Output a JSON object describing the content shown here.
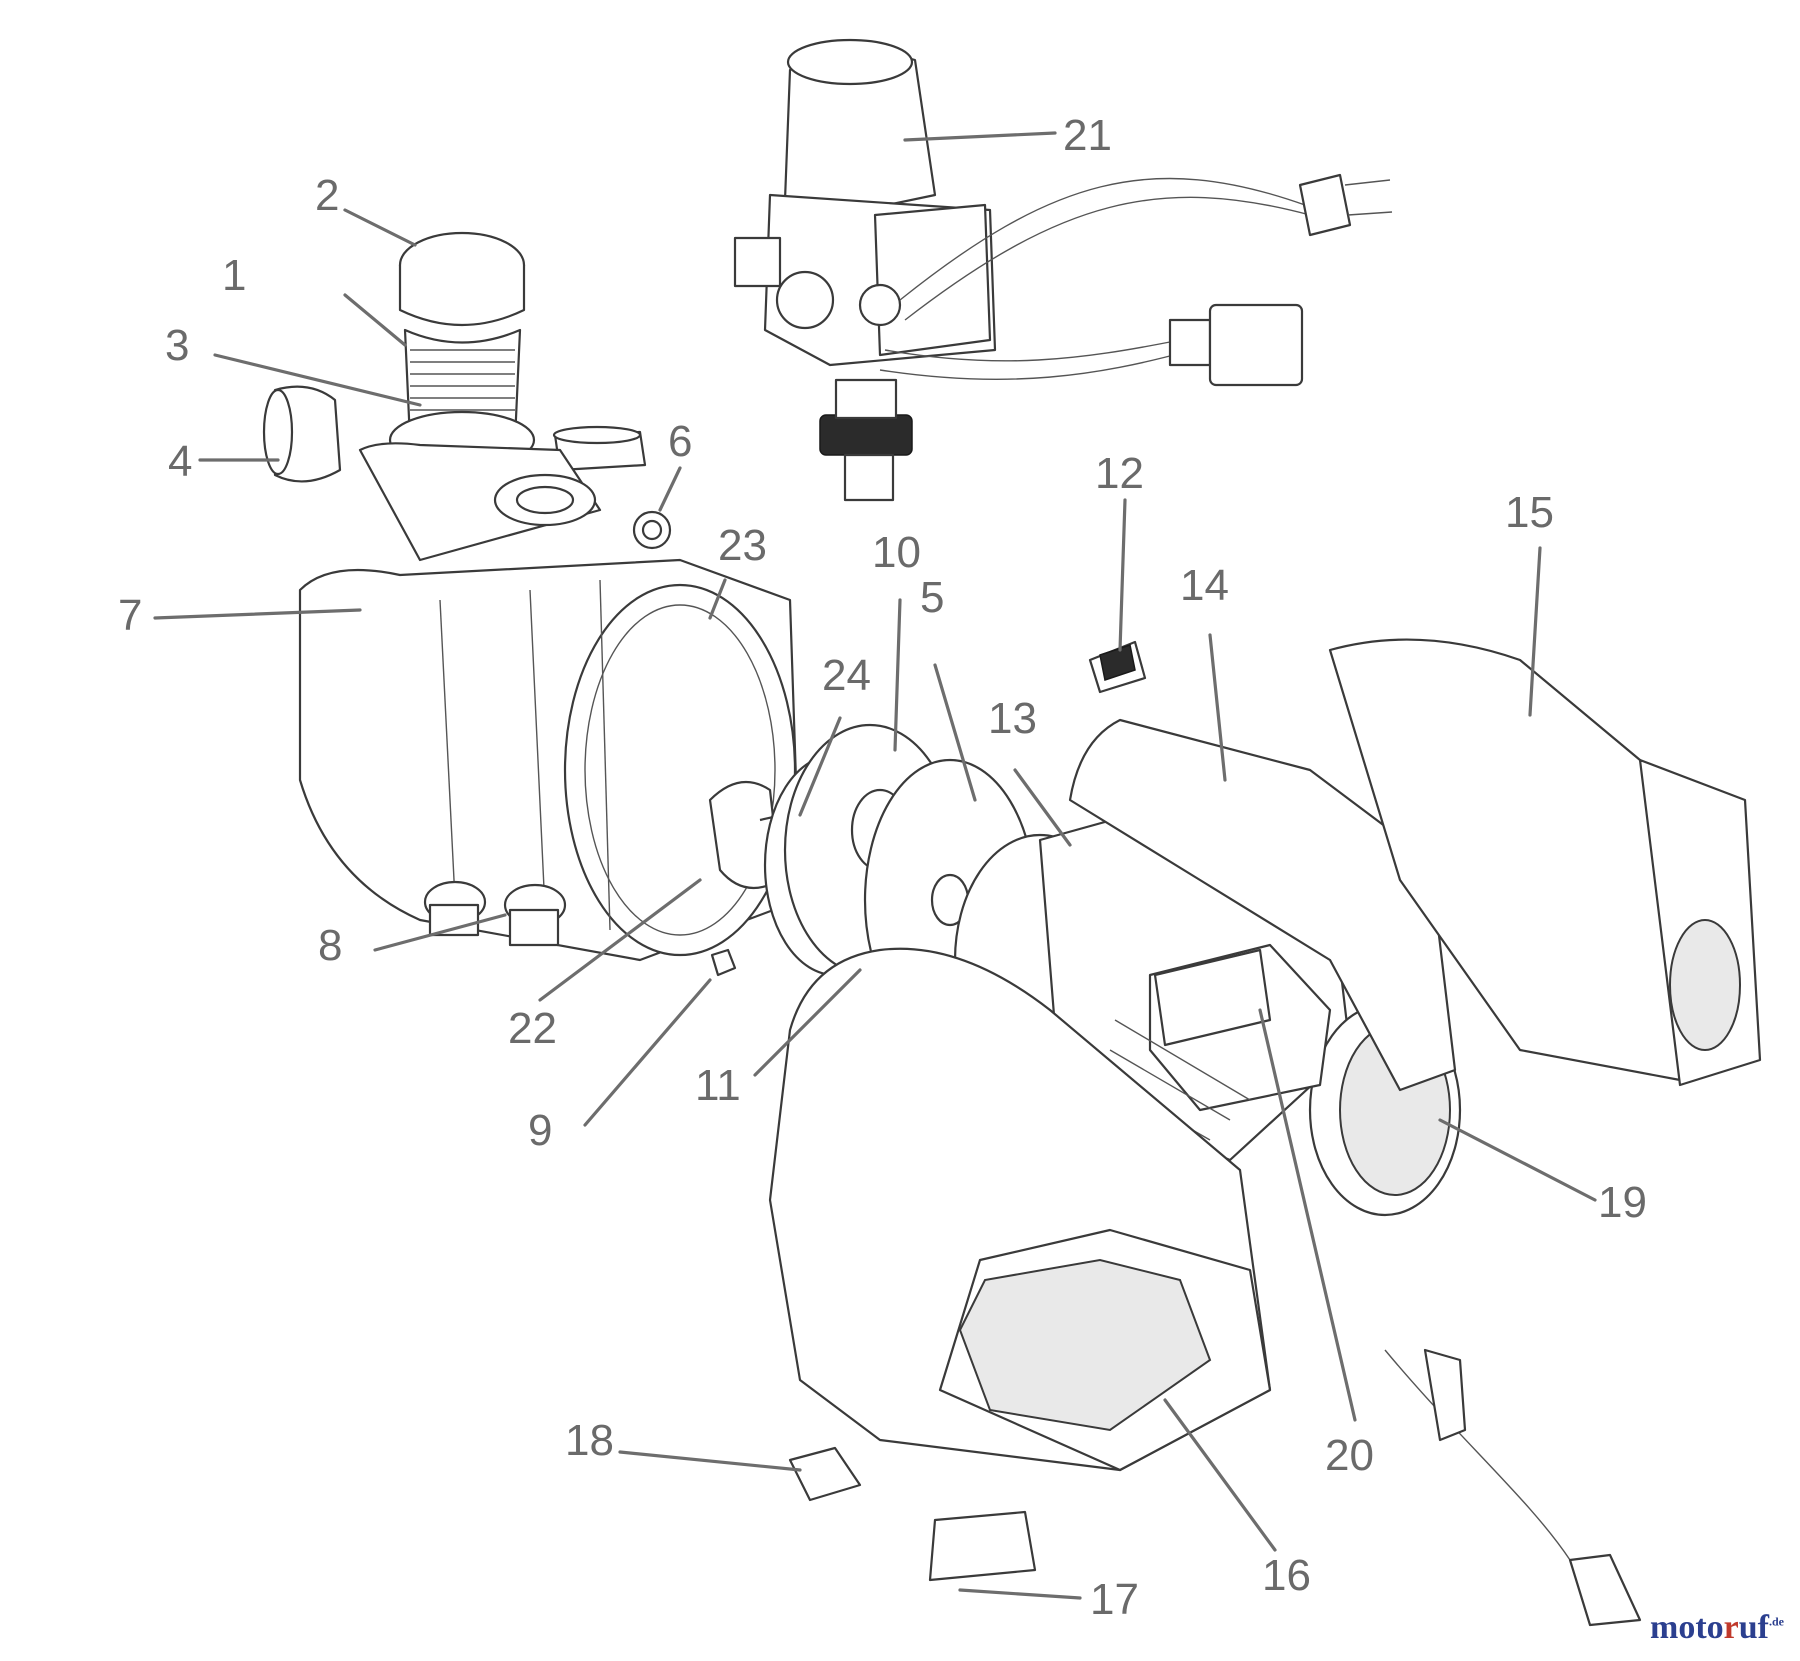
{
  "callouts": [
    {
      "id": "1",
      "label": "1"
    },
    {
      "id": "2",
      "label": "2"
    },
    {
      "id": "3",
      "label": "3"
    },
    {
      "id": "4",
      "label": "4"
    },
    {
      "id": "5",
      "label": "5"
    },
    {
      "id": "6",
      "label": "6"
    },
    {
      "id": "7",
      "label": "7"
    },
    {
      "id": "8",
      "label": "8"
    },
    {
      "id": "9",
      "label": "9"
    },
    {
      "id": "10",
      "label": "10"
    },
    {
      "id": "11",
      "label": "11"
    },
    {
      "id": "12",
      "label": "12"
    },
    {
      "id": "13",
      "label": "13"
    },
    {
      "id": "14",
      "label": "14"
    },
    {
      "id": "15",
      "label": "15"
    },
    {
      "id": "16",
      "label": "16"
    },
    {
      "id": "17",
      "label": "17"
    },
    {
      "id": "18",
      "label": "18"
    },
    {
      "id": "19",
      "label": "19"
    },
    {
      "id": "20",
      "label": "20"
    },
    {
      "id": "21",
      "label": "21"
    },
    {
      "id": "22",
      "label": "22"
    },
    {
      "id": "23",
      "label": "23"
    },
    {
      "id": "24",
      "label": "24"
    }
  ],
  "watermark": {
    "part1": "moto",
    "part2": "r",
    "part3": "uf",
    "suffix": ".de"
  }
}
